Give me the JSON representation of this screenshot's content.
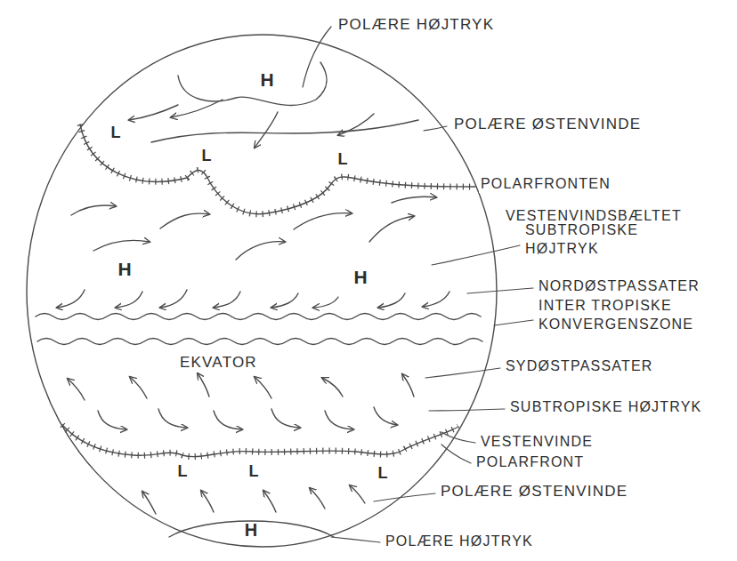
{
  "diagram": {
    "labels": [
      "POLÆRE HØJTRYK",
      "H",
      "POLÆRE ØSTENVINDE",
      "L",
      "L",
      "L",
      "POLARFRONTEN",
      "VESTENVINDSBÆLTET",
      "SUBTROPISKE HØJTRYK",
      "H",
      "H",
      "NORDØSTPASSATER",
      "INTER TROPISKE KONVERGENSZONE",
      "EKVATOR",
      "SYDØSTPASSATER",
      "SUBTROPISKE HØJTRYK",
      "VESTENVINDE",
      "POLARFRONT",
      "L",
      "L",
      "L",
      "POLÆRE ØSTENVINDE",
      "POLÆRE HØJTRYK",
      "H"
    ]
  }
}
